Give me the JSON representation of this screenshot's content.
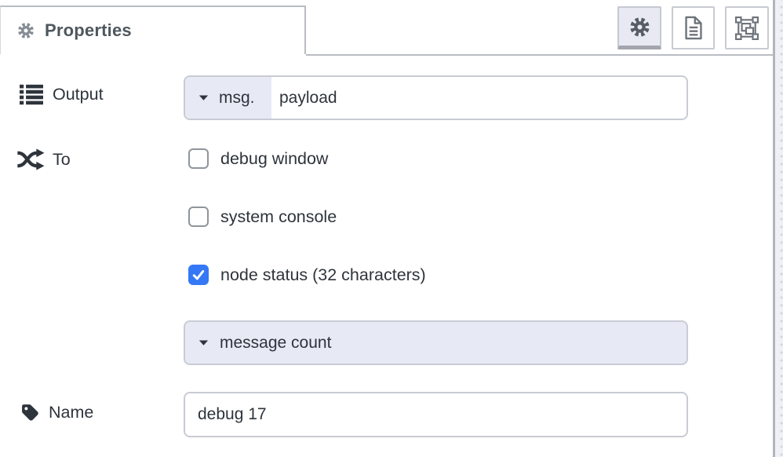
{
  "header": {
    "tab_label": "Properties",
    "buttons": [
      {
        "name": "properties",
        "icon": "gear-icon",
        "selected": true
      },
      {
        "name": "description",
        "icon": "document-icon",
        "selected": false
      },
      {
        "name": "appearance",
        "icon": "appearance-icon",
        "selected": false
      }
    ]
  },
  "form": {
    "output": {
      "label": "Output",
      "prefix": "msg.",
      "value": "payload"
    },
    "to": {
      "label": "To",
      "options": [
        {
          "label": "debug window",
          "checked": false
        },
        {
          "label": "system console",
          "checked": false
        },
        {
          "label": "node status (32 characters)",
          "checked": true
        }
      ]
    },
    "status_value": "message count",
    "name": {
      "label": "Name",
      "value": "debug 17"
    }
  },
  "colors": {
    "accent_blue": "#3478f6",
    "lavender": "#e7e9f4",
    "border_gray": "#babcc4",
    "label_text": "#2e343b",
    "header_text": "#4e575e"
  }
}
